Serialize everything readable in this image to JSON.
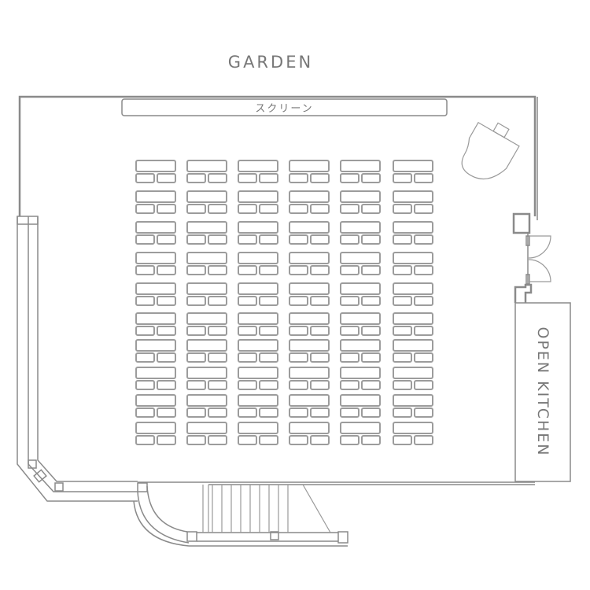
{
  "labels": {
    "garden": "GARDEN",
    "screen": "スクリーン",
    "kitchen": "OPEN KITCHEN"
  },
  "seating": {
    "columns": 6,
    "rows": 10,
    "chairs_per_table": 2
  },
  "colors": {
    "line": "#8a8a8a",
    "text": "#777777"
  }
}
